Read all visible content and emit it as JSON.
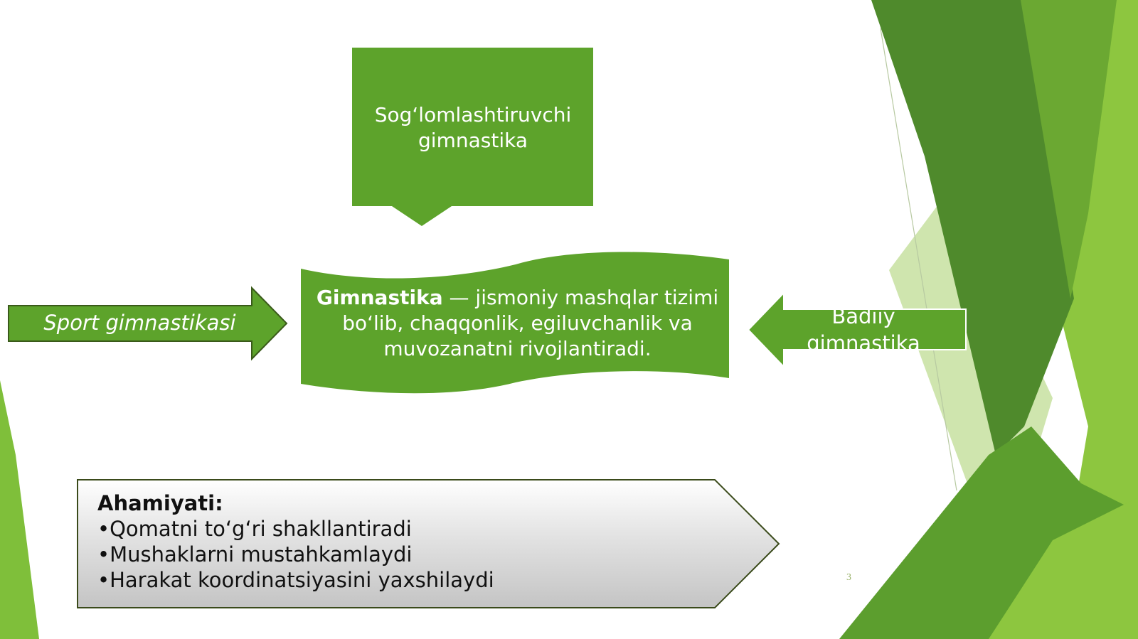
{
  "top_callout": {
    "text": "Sog‘lomlashtiruvchi gimnastika"
  },
  "center": {
    "term": "Gimnastika",
    "definition": " — jismoniy mashqlar tizimi bo‘lib, chaqqonlik, egiluvchanlik va muvozanatni rivojlantiradi."
  },
  "left_arrow": {
    "text": "Sport gimnastikasi"
  },
  "right_arrow": {
    "text": "Badiiy gimnastika"
  },
  "bottom_panel": {
    "heading": "Ahamiyati:",
    "items": [
      "•Qomatni to‘g‘ri shakllantiradi",
      "•Mushaklarni mustahkamlaydi",
      "•Harakat koordinatsiyasini yaxshilaydi"
    ]
  },
  "slide_number": "3",
  "colors": {
    "primary_green": "#5da32b",
    "dark_green": "#4d8b25",
    "light_green": "#8dc63f",
    "panel_border": "#3a4a1a"
  }
}
